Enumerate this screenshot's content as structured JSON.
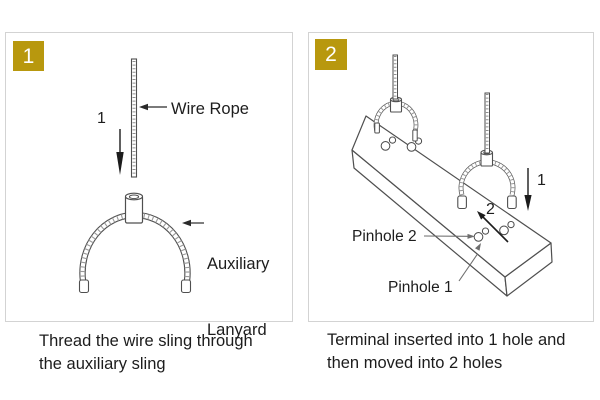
{
  "figure": {
    "panels": [
      {
        "badge": "1",
        "labels": {
          "step_arrow": "1",
          "wire_rope": "Wire Rope",
          "auxiliary_line1": "Auxiliary",
          "auxiliary_line2": "Lanyard"
        },
        "caption": [
          "Thread the wire sling through",
          "the auxiliary sling"
        ]
      },
      {
        "badge": "2",
        "labels": {
          "step_arrow_down": "1",
          "step_arrow_move": "2",
          "pinhole_2": "Pinhole 2",
          "pinhole_1": "Pinhole 1"
        },
        "caption": [
          "Terminal inserted into 1 hole and",
          "then moved into 2 holes"
        ]
      }
    ],
    "colors": {
      "badge_background": "#b8980e",
      "badge_text": "#ffffff",
      "panel_border": "#d3d3d3",
      "line_art": "#4f4f4f",
      "label_text": "#1d1d1d"
    }
  }
}
